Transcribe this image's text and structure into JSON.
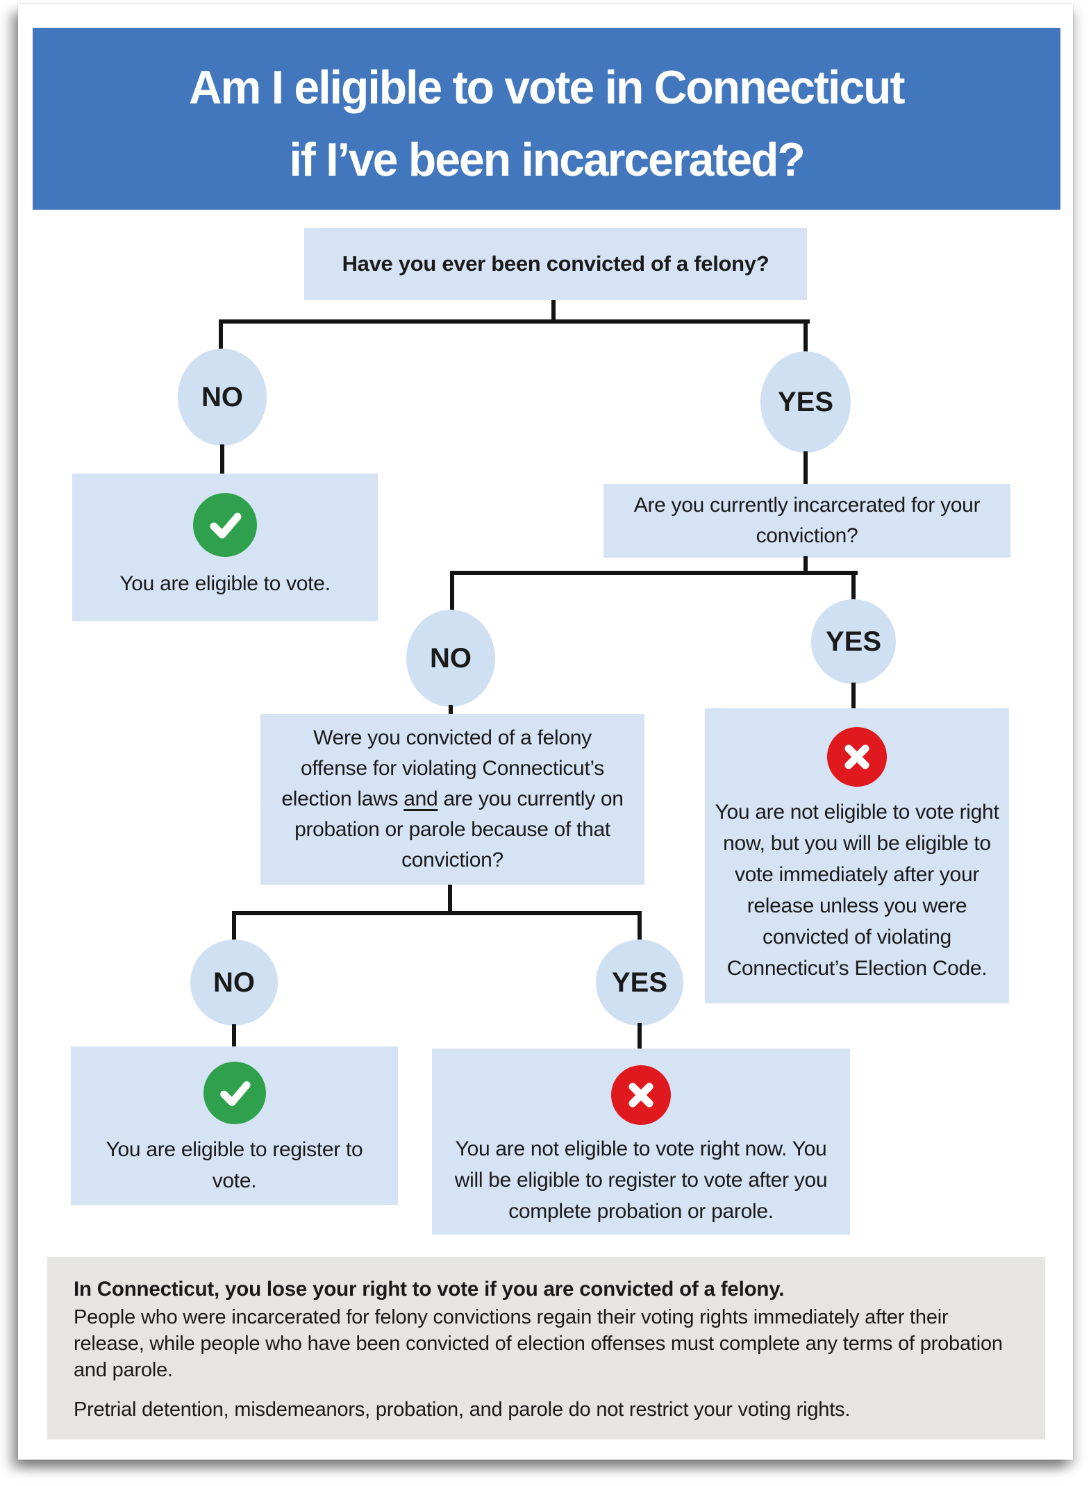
{
  "title": {
    "line1": "Am I eligible to vote in Connecticut",
    "line2": "if I’ve been incarcerated?"
  },
  "questions": {
    "q1": "Have you ever been convicted of a felony?",
    "q2": "Are you currently incarcerated for your conviction?",
    "q3_parts": {
      "before": "Were you convicted of a felony offense for violating Connecticut’s election laws ",
      "emphasis": "and",
      "after": " are you currently on probation or parole because of that conviction?"
    }
  },
  "branch_labels": {
    "no": "NO",
    "yes": "YES"
  },
  "outcomes": {
    "eligible": {
      "icon": "check",
      "text": "You are eligible to vote."
    },
    "not_eligible_until_release": {
      "icon": "cross",
      "text": "You are not eligible to vote right now, but you will be eligible to vote immediately after your release unless you were convicted of violating Connecticut’s Election Code."
    },
    "eligible_register": {
      "icon": "check",
      "text": "You are eligible to register to vote."
    },
    "not_eligible_probation": {
      "icon": "cross",
      "text": "You are not eligible to vote right now. You will be eligible to register to vote after you complete probation or parole."
    }
  },
  "footer": {
    "bold_lead": "In Connecticut, you lose your right to vote if you are convicted of a felony.",
    "para1": "People who were incarcerated for felony convictions regain their voting rights immediately after their release, while people who have been convicted of election offenses must complete any terms of probation and parole.",
    "para2": "Pretrial detention, misdemeanors, probation, and parole do not restrict your voting rights."
  },
  "colors": {
    "header_blue": "#4377BD",
    "box_blue": "#D5E3F4",
    "circle_blue": "#CFE0F2",
    "check_green": "#2FA14C",
    "cross_red": "#E0191F",
    "footer_gray": "#E7E5E2",
    "connector_black": "#141414"
  }
}
